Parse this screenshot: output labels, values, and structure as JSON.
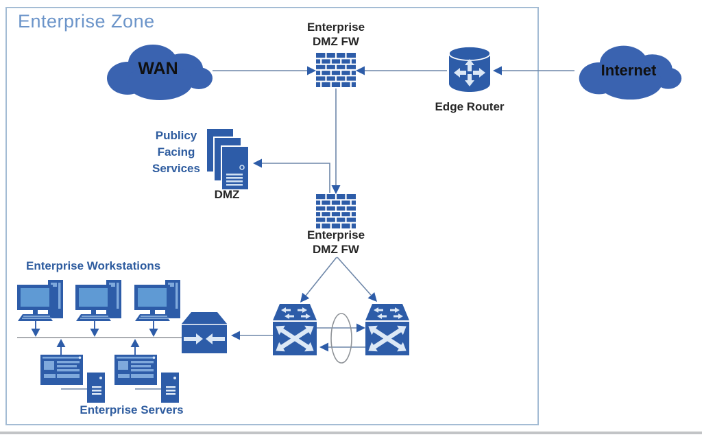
{
  "zone": {
    "title": "Enterprise Zone"
  },
  "nodes": {
    "wan": {
      "label": "WAN"
    },
    "internet": {
      "label": "Internet"
    },
    "firewall_top": {
      "line1": "Enterprise",
      "line2": "DMZ FW"
    },
    "edge_router": {
      "label": "Edge Router"
    },
    "dmz": {
      "side1": "Publicy",
      "side2": "Facing",
      "side3": "Services",
      "label": "DMZ"
    },
    "firewall_mid": {
      "line1": "Enterprise",
      "line2": "DMZ FW"
    },
    "workstations": {
      "label": "Enterprise Workstations",
      "count": 3
    },
    "servers": {
      "label": "Enterprise Servers",
      "count": 2
    }
  },
  "colors": {
    "icon_blue": "#2d5ca8",
    "cloud_blue": "#3a63b0",
    "label_blue": "#2e5c9f",
    "zone_title_blue": "#6b94c9",
    "zone_border": "#a4bcd4",
    "connector_line": "#6d86a8",
    "bus_line_gray": "#8e9297",
    "dark_text": "#262626"
  }
}
